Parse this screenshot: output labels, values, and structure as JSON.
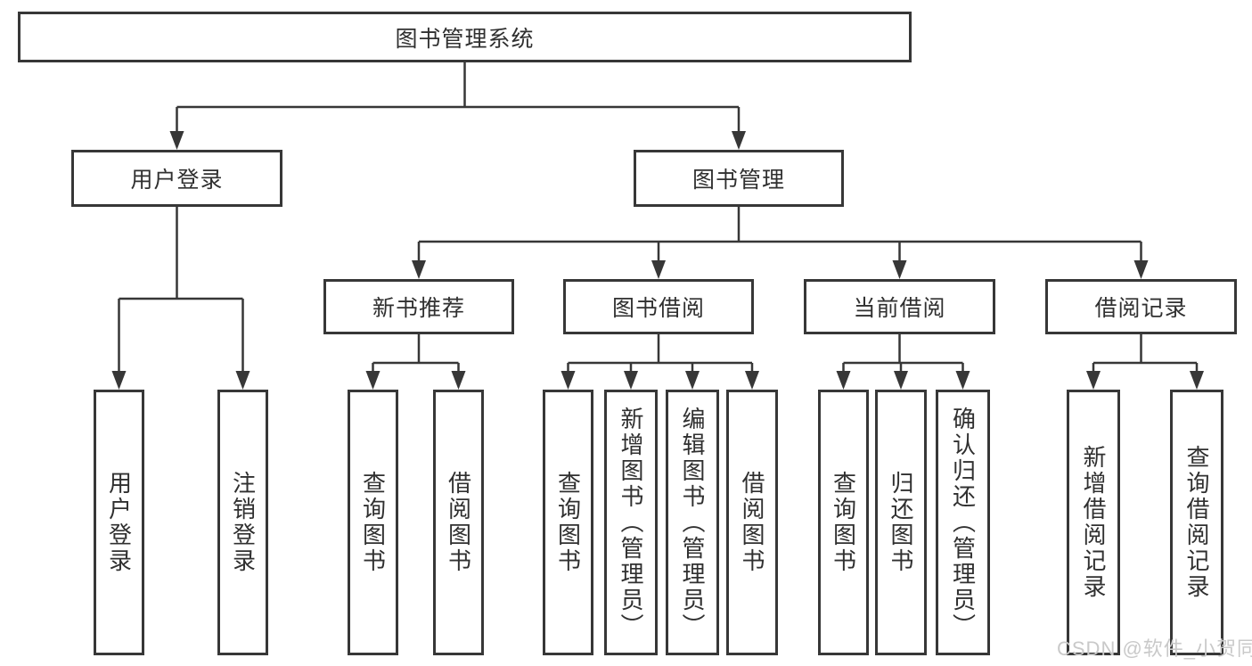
{
  "tree": {
    "root": {
      "label": "图书管理系统"
    },
    "branches": [
      {
        "label": "用户登录",
        "children": [
          {
            "label": "用户登录"
          },
          {
            "label": "注销登录"
          }
        ]
      },
      {
        "label": "图书管理",
        "children": [
          {
            "label": "新书推荐",
            "children": [
              {
                "label": "查询图书"
              },
              {
                "label": "借阅图书"
              }
            ]
          },
          {
            "label": "图书借阅",
            "children": [
              {
                "label": "查询图书"
              },
              {
                "label": "新增图书（管理员）"
              },
              {
                "label": "编辑图书（管理员）"
              },
              {
                "label": "借阅图书"
              }
            ]
          },
          {
            "label": "当前借阅",
            "children": [
              {
                "label": "查询图书"
              },
              {
                "label": "归还图书"
              },
              {
                "label": "确认归还（管理员）"
              }
            ]
          },
          {
            "label": "借阅记录",
            "children": [
              {
                "label": "新增借阅记录"
              },
              {
                "label": "查询借阅记录"
              }
            ]
          }
        ]
      }
    ]
  },
  "watermark": {
    "text": "CSDN @软件_小贺同学"
  },
  "colors": {
    "line": "#373737",
    "box_fill": "#ffffff",
    "text": "#303030",
    "watermark": "#c9c9c9"
  }
}
